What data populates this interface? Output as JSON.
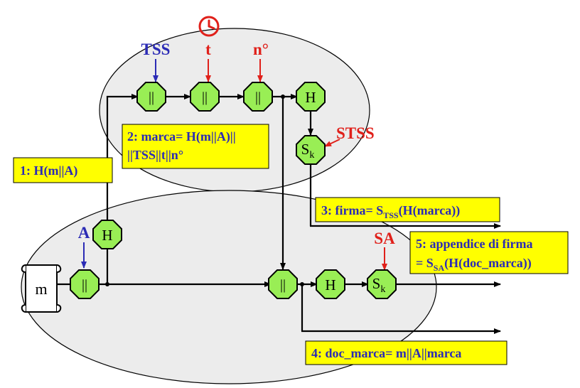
{
  "inputs": {
    "doc": "m",
    "a": "A",
    "tss": "TSS",
    "t": "t",
    "n": "n°",
    "stss": "STSS",
    "sa": "SA"
  },
  "nodes": {
    "concat": "||",
    "hash": "H",
    "sign": "S",
    "sign_sub": "k"
  },
  "boxes": {
    "box1": "1: H(m||A)",
    "box2_line1": "2: marca= H(m||A)||",
    "box2_line2": "||TSS||t||n°",
    "box3_pre": "3: firma= S",
    "box3_sub": "TSS",
    "box3_post": "(H(marca))",
    "box4": "4: doc_marca= m||A||marca",
    "box5_line1": "5: appendice di firma",
    "box5_pre": "= S",
    "box5_sub": "SA",
    "box5_post": "(H(doc_marca))"
  }
}
